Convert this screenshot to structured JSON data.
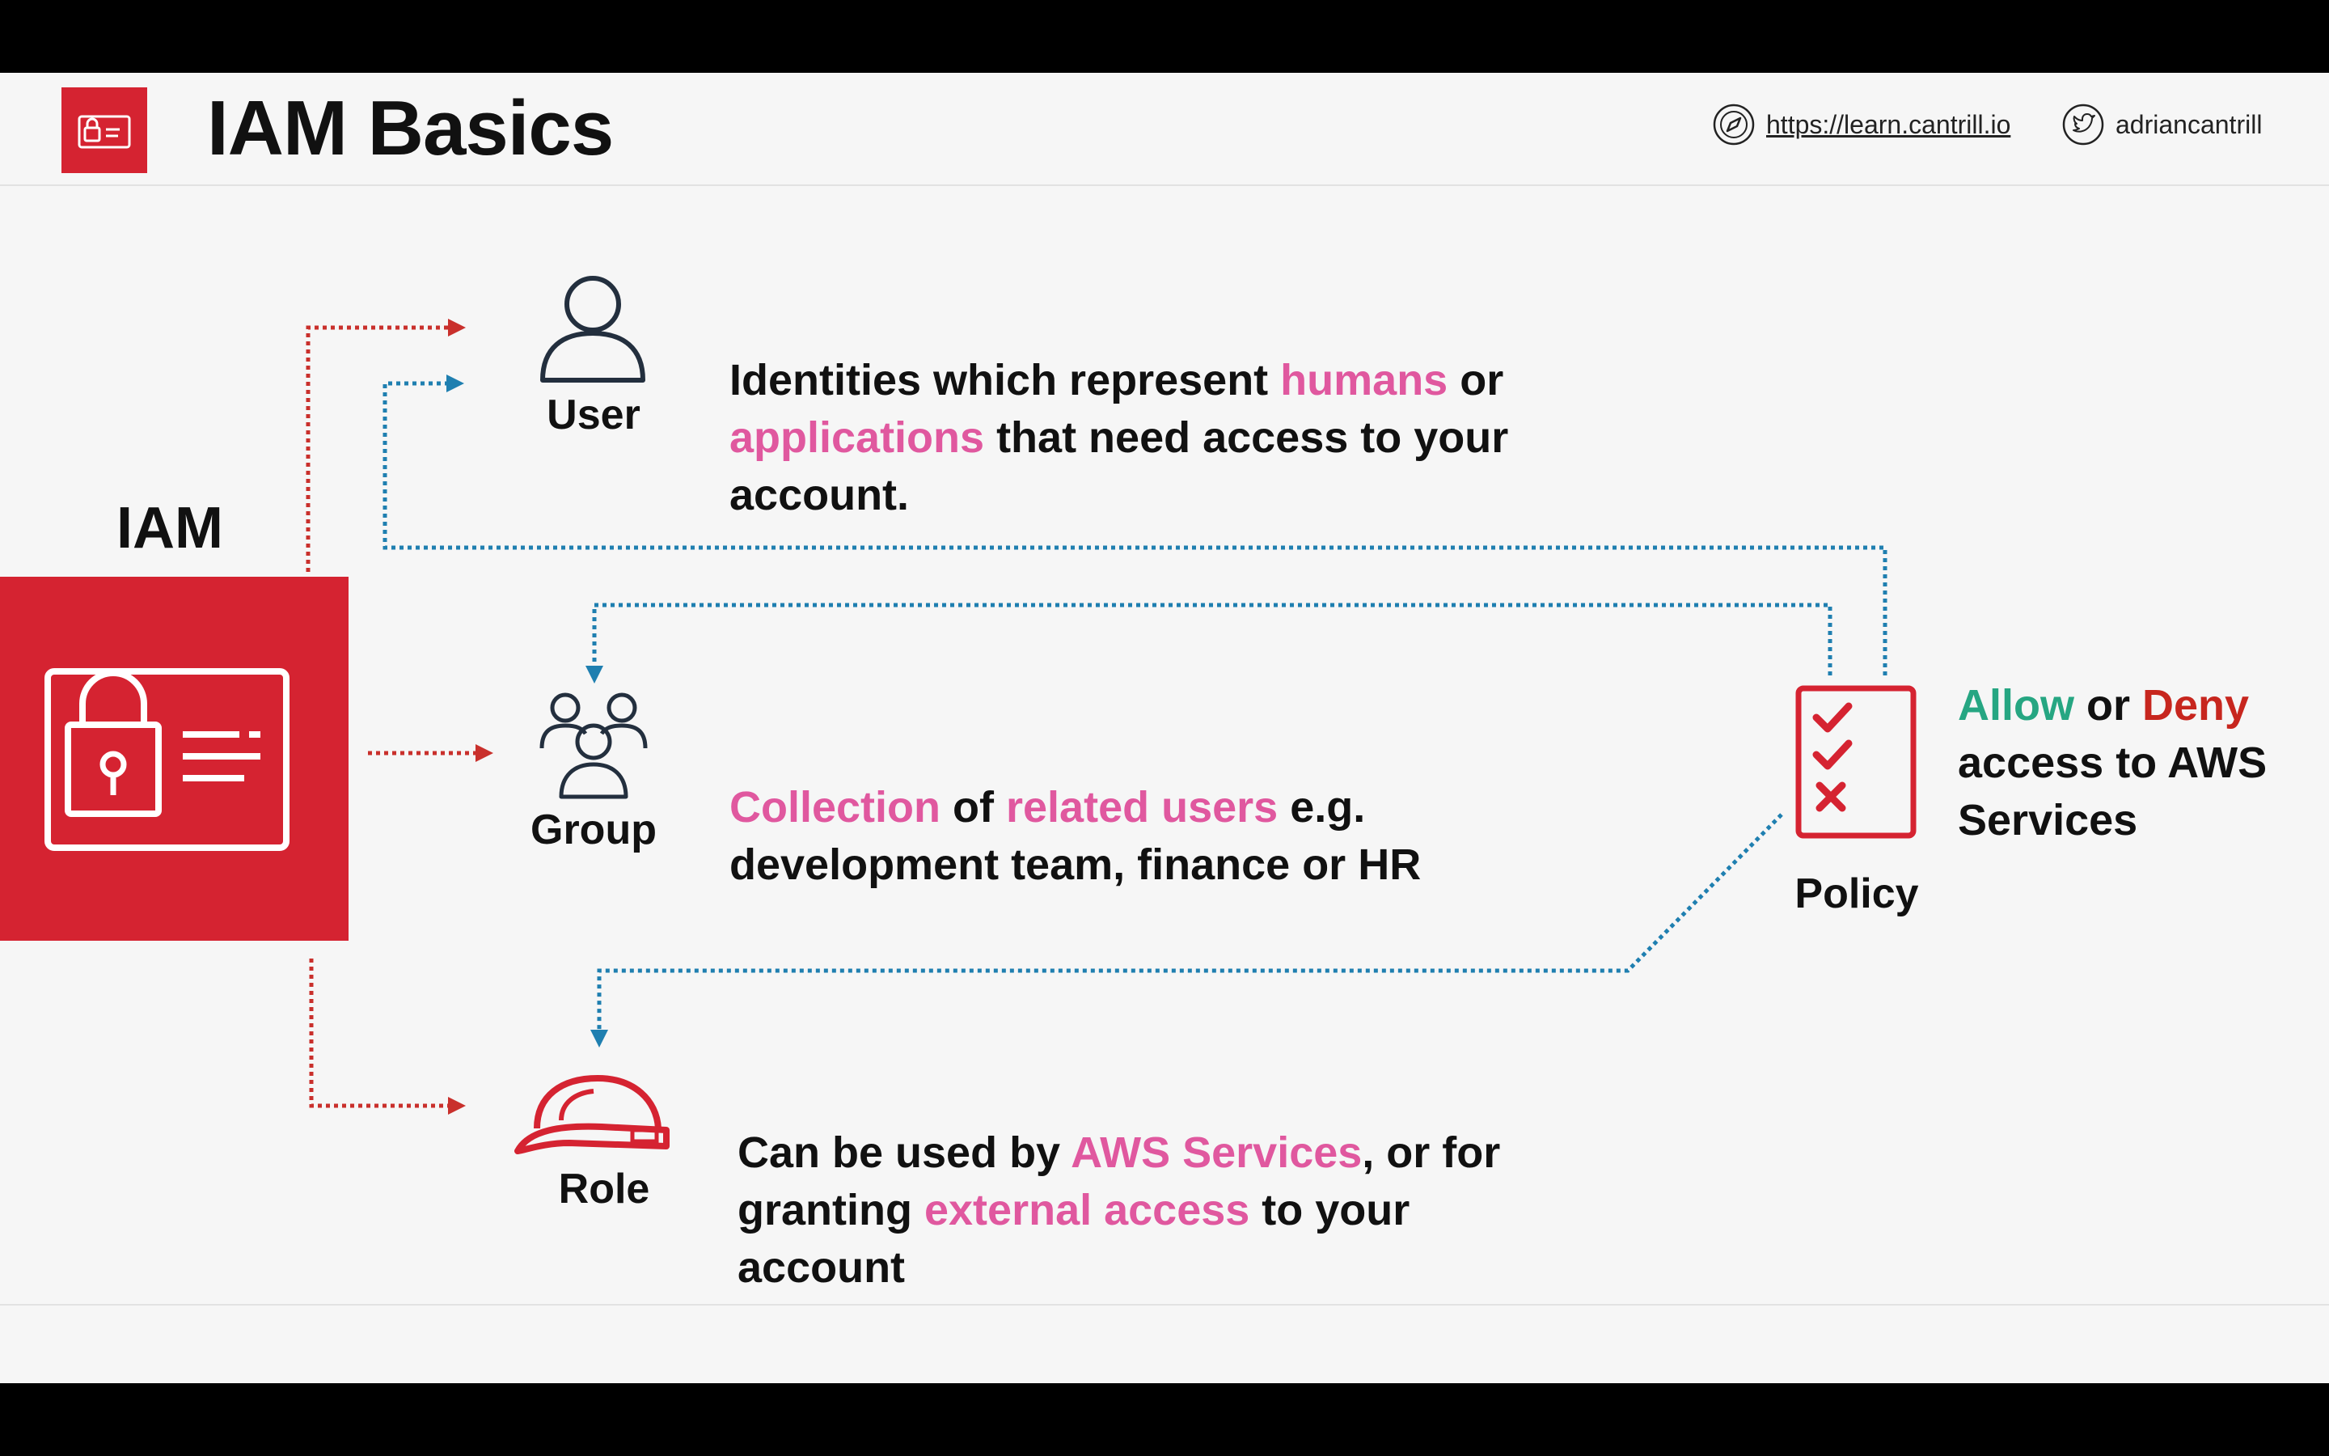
{
  "header": {
    "title": "IAM Basics",
    "website": "https://learn.cantrill.io",
    "twitter": "adriancantrill"
  },
  "iam": {
    "label": "IAM"
  },
  "user": {
    "label": "User",
    "desc": [
      [
        "Identities which represent ",
        "humans",
        " or"
      ],
      [
        "",
        "applications",
        " that need access to your"
      ],
      [
        "account.",
        "",
        ""
      ]
    ]
  },
  "group": {
    "label": "Group",
    "desc": [
      [
        "",
        "Collection",
        " of "
      ],
      [
        "related users",
        " e.g."
      ],
      [
        "development team, finance or HR"
      ]
    ],
    "line1": {
      "a": "Collection",
      "b": " of ",
      "c": "related users",
      "d": " e.g."
    },
    "line2": "development team, finance or HR"
  },
  "role": {
    "label": "Role",
    "line1": {
      "a": "Can be used by ",
      "b": "AWS Services",
      "c": ", or for"
    },
    "line2": {
      "a": "granting ",
      "b": "external access",
      "c": " to your"
    },
    "line3": "account"
  },
  "policy": {
    "label": "Policy",
    "line1": {
      "allow": "Allow",
      "or": " or ",
      "deny": "Deny"
    },
    "line2": "access to AWS",
    "line3": "Services"
  },
  "colors": {
    "red": "#d52331",
    "arrow_red": "#c9302c",
    "arrow_blue": "#1f7fb0",
    "highlight_pink": "#e0589f",
    "allow_green": "#26a682",
    "deny_red": "#c7261e",
    "icon_dark": "#232f3e"
  },
  "icons": [
    "iam-icon",
    "user-icon",
    "group-icon",
    "role-hardhat-icon",
    "policy-checklist-icon",
    "compass-icon",
    "twitter-icon"
  ]
}
